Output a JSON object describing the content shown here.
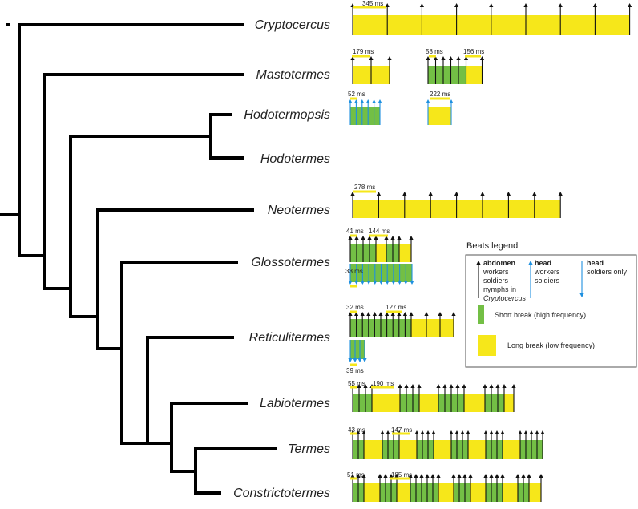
{
  "taxa": [
    "Cryptocercus",
    "Mastotermes",
    "Hodotermopsis",
    "Hodotermes",
    "Neotermes",
    "Glossotermes",
    "Reticulitermes",
    "Labiotermes",
    "Termes",
    "Constrictotermes"
  ],
  "colors": {
    "yellow": "#f6e71a",
    "green": "#73bf45",
    "black": "#111111",
    "blue": "#1e90e0",
    "tree": "#000000"
  },
  "timings": [
    {
      "text": "345 ms"
    },
    {
      "text": "179 ms"
    },
    {
      "text": "58 ms"
    },
    {
      "text": "156 ms"
    },
    {
      "text": "52 ms"
    },
    {
      "text": "222 ms"
    },
    {
      "text": "278 ms"
    },
    {
      "text": "41 ms"
    },
    {
      "text": "144 ms"
    },
    {
      "text": "33 ms"
    },
    {
      "text": "32 ms"
    },
    {
      "text": "127 ms"
    },
    {
      "text": "39 ms"
    },
    {
      "text": "55 ms"
    },
    {
      "text": "190 ms"
    },
    {
      "text": "43 ms"
    },
    {
      "text": "147 ms"
    },
    {
      "text": "51 ms"
    },
    {
      "text": "185 ms"
    }
  ],
  "legend": {
    "title": "Beats legend",
    "abdomen": {
      "head": "abdomen",
      "lines": [
        "workers",
        "soldiers",
        "nymphs in"
      ],
      "italic": "Cryptocercus"
    },
    "head_ws": {
      "head": "head",
      "lines": [
        "workers",
        "soldiers"
      ]
    },
    "head_s": {
      "head": "head",
      "lines": [
        "soldiers only"
      ]
    },
    "short": "Short break (high frequency)",
    "long": "Long break (low frequency)"
  }
}
